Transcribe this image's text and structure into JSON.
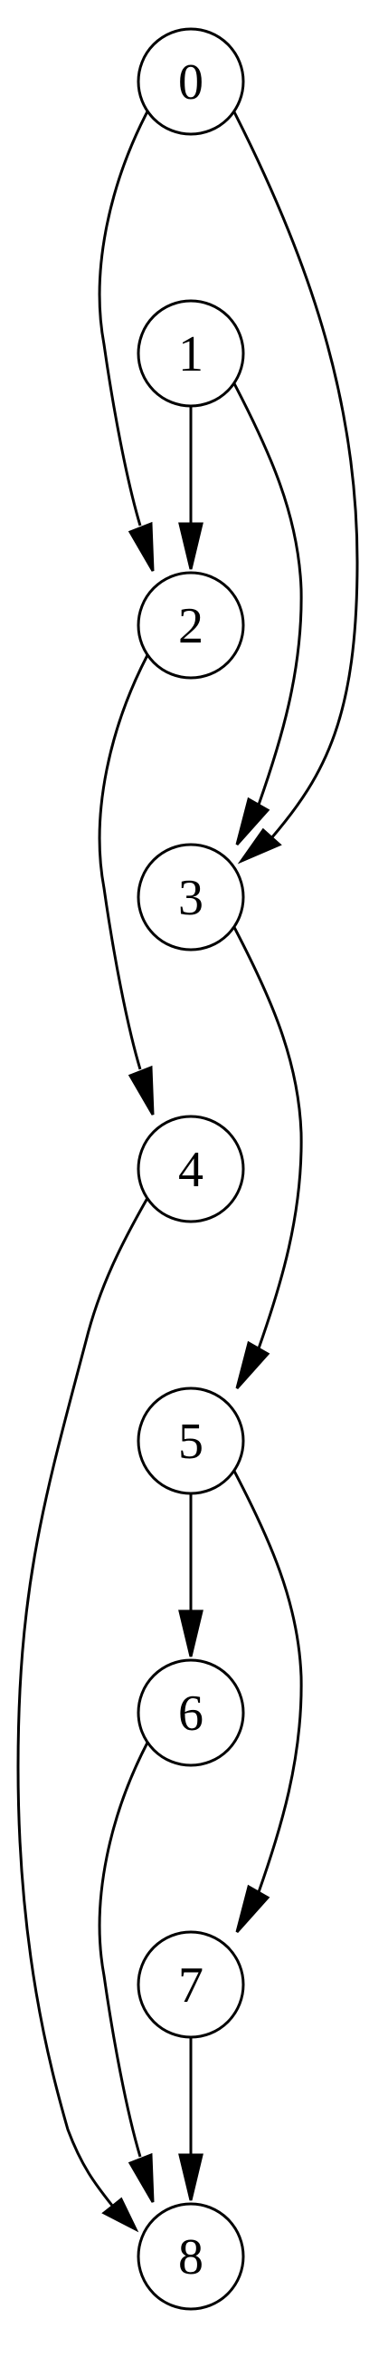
{
  "graph": {
    "nodes": [
      {
        "id": "0",
        "label": "0"
      },
      {
        "id": "1",
        "label": "1"
      },
      {
        "id": "2",
        "label": "2"
      },
      {
        "id": "3",
        "label": "3"
      },
      {
        "id": "4",
        "label": "4"
      },
      {
        "id": "5",
        "label": "5"
      },
      {
        "id": "6",
        "label": "6"
      },
      {
        "id": "7",
        "label": "7"
      },
      {
        "id": "8",
        "label": "8"
      }
    ],
    "edges": [
      {
        "from": "0",
        "to": "2"
      },
      {
        "from": "0",
        "to": "3"
      },
      {
        "from": "1",
        "to": "2"
      },
      {
        "from": "1",
        "to": "3"
      },
      {
        "from": "2",
        "to": "4"
      },
      {
        "from": "3",
        "to": "5"
      },
      {
        "from": "4",
        "to": "8"
      },
      {
        "from": "5",
        "to": "6"
      },
      {
        "from": "5",
        "to": "7"
      },
      {
        "from": "6",
        "to": "8"
      },
      {
        "from": "7",
        "to": "8"
      }
    ]
  }
}
